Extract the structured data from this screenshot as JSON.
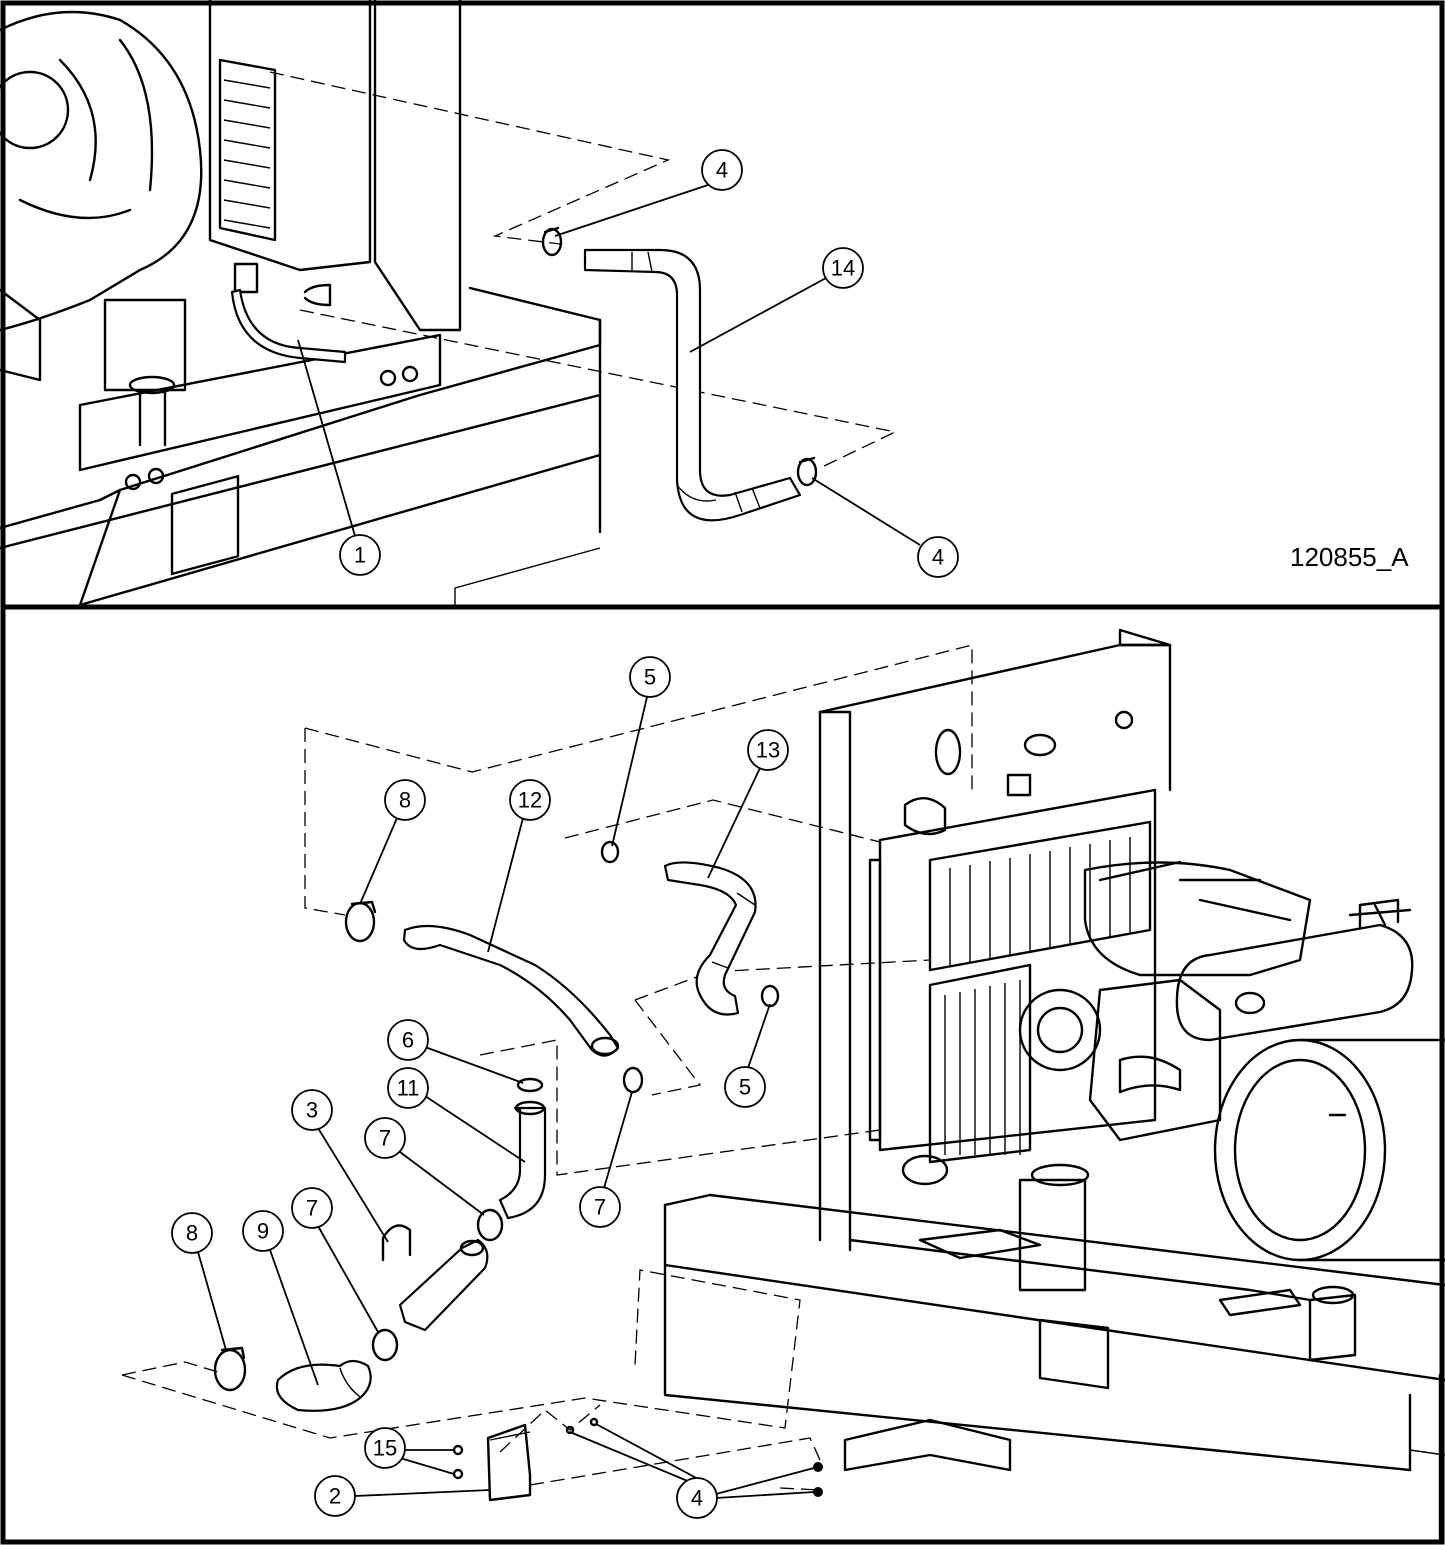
{
  "drawing_id": "120855_A",
  "callouts_top": [
    "4",
    "14",
    "1",
    "4"
  ],
  "callouts_bottom": [
    "5",
    "13",
    "8",
    "12",
    "5",
    "6",
    "11",
    "3",
    "7",
    "7",
    "8",
    "9",
    "7",
    "15",
    "2",
    "4"
  ]
}
